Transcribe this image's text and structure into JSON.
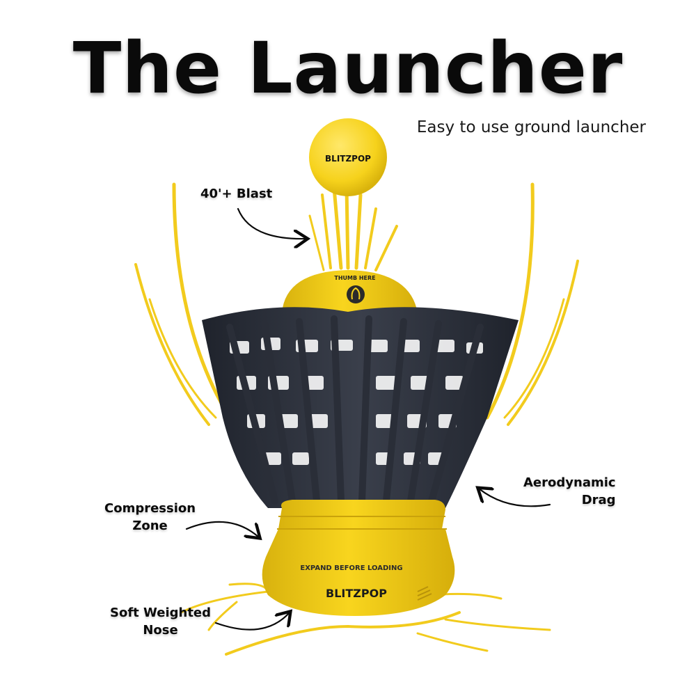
{
  "title": "The Launcher",
  "subtitle": "Easy to use ground launcher",
  "ball": {
    "brand_label": "BLITZPOP",
    "color": "#F6D21C"
  },
  "launcher": {
    "thumb_label": "THUMB HERE",
    "band_label": "EXPAND BEFORE LOADING",
    "brand_label": "BLITZPOP",
    "body_color": "#F6D21C",
    "cage_color": "#2B2F3A"
  },
  "callouts": {
    "blast": "40'+ Blast",
    "compression": [
      "Compression",
      "Zone"
    ],
    "aero": [
      "Aerodynamic",
      "Drag"
    ],
    "nose": [
      "Soft Weighted",
      "Nose"
    ]
  },
  "colors": {
    "accent": "#F2CB1D",
    "text": "#0A0A0A"
  }
}
